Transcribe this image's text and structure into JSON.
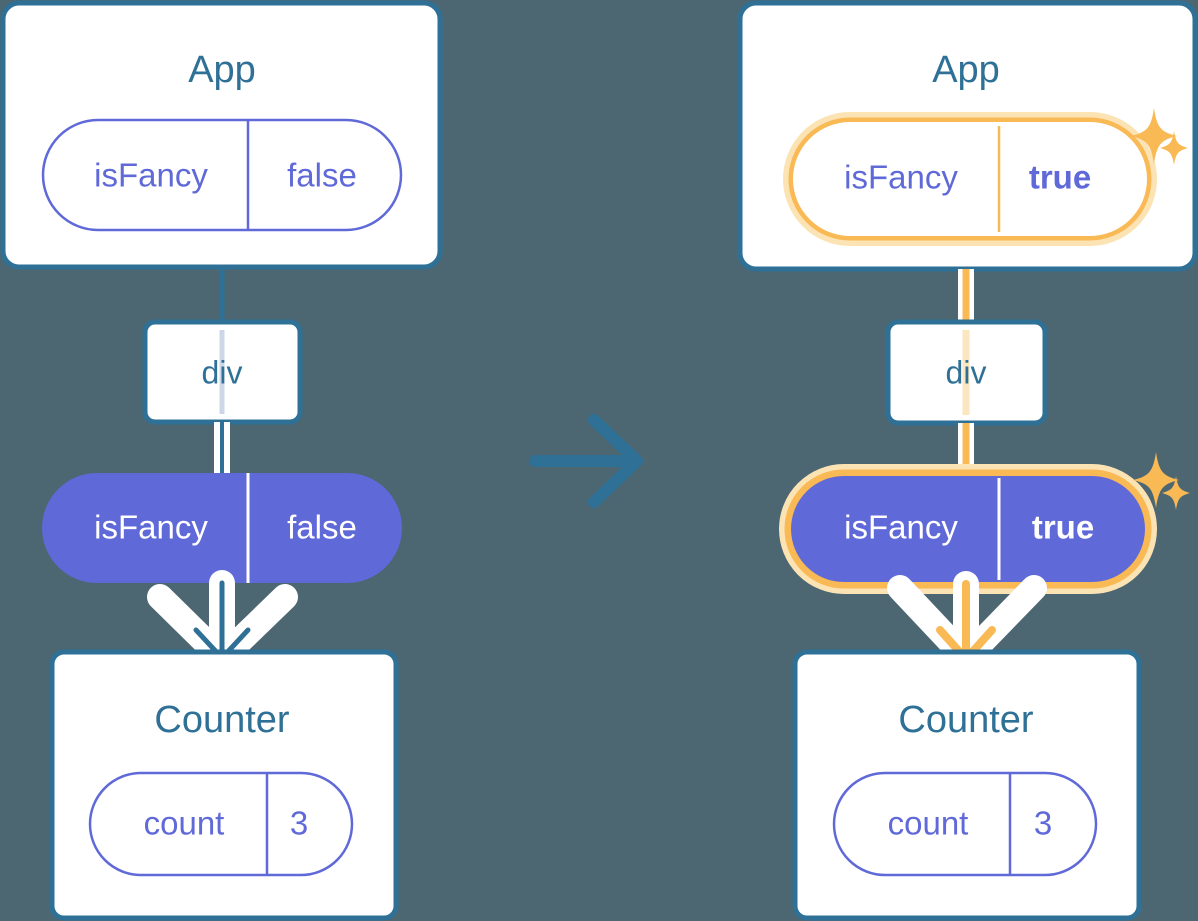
{
  "meta": {
    "background_color": "#4c6672",
    "accent_blue": "#2f7096",
    "accent_purple": "#6069d8",
    "accent_orange": "#f9b954",
    "accent_orange_soft": "#fce3b4",
    "white": "#ffffff"
  },
  "transition_icon": "right-arrow-icon",
  "panels": [
    {
      "id": "before",
      "app": {
        "title": "App",
        "state_pill": {
          "name": "isFancy",
          "value": "false",
          "style": "outline",
          "highlighted": false,
          "value_bold": false
        }
      },
      "div": {
        "label": "div"
      },
      "prop_pill": {
        "name": "isFancy",
        "value": "false",
        "style": "solid",
        "highlighted": false,
        "value_bold": false
      },
      "counter": {
        "title": "Counter",
        "state_pill": {
          "name": "count",
          "value": "3",
          "style": "outline",
          "highlighted": false,
          "value_bold": false
        }
      },
      "sparkles": []
    },
    {
      "id": "after",
      "app": {
        "title": "App",
        "state_pill": {
          "name": "isFancy",
          "value": "true",
          "style": "outline",
          "highlighted": true,
          "value_bold": true
        }
      },
      "div": {
        "label": "div"
      },
      "prop_pill": {
        "name": "isFancy",
        "value": "true",
        "style": "solid",
        "highlighted": true,
        "value_bold": true
      },
      "counter": {
        "title": "Counter",
        "state_pill": {
          "name": "count",
          "value": "3",
          "style": "outline",
          "highlighted": false,
          "value_bold": false
        }
      },
      "sparkles": [
        "sparkle-large-icon",
        "sparkle-small-icon",
        "sparkle-large-icon",
        "sparkle-small-icon"
      ]
    }
  ]
}
